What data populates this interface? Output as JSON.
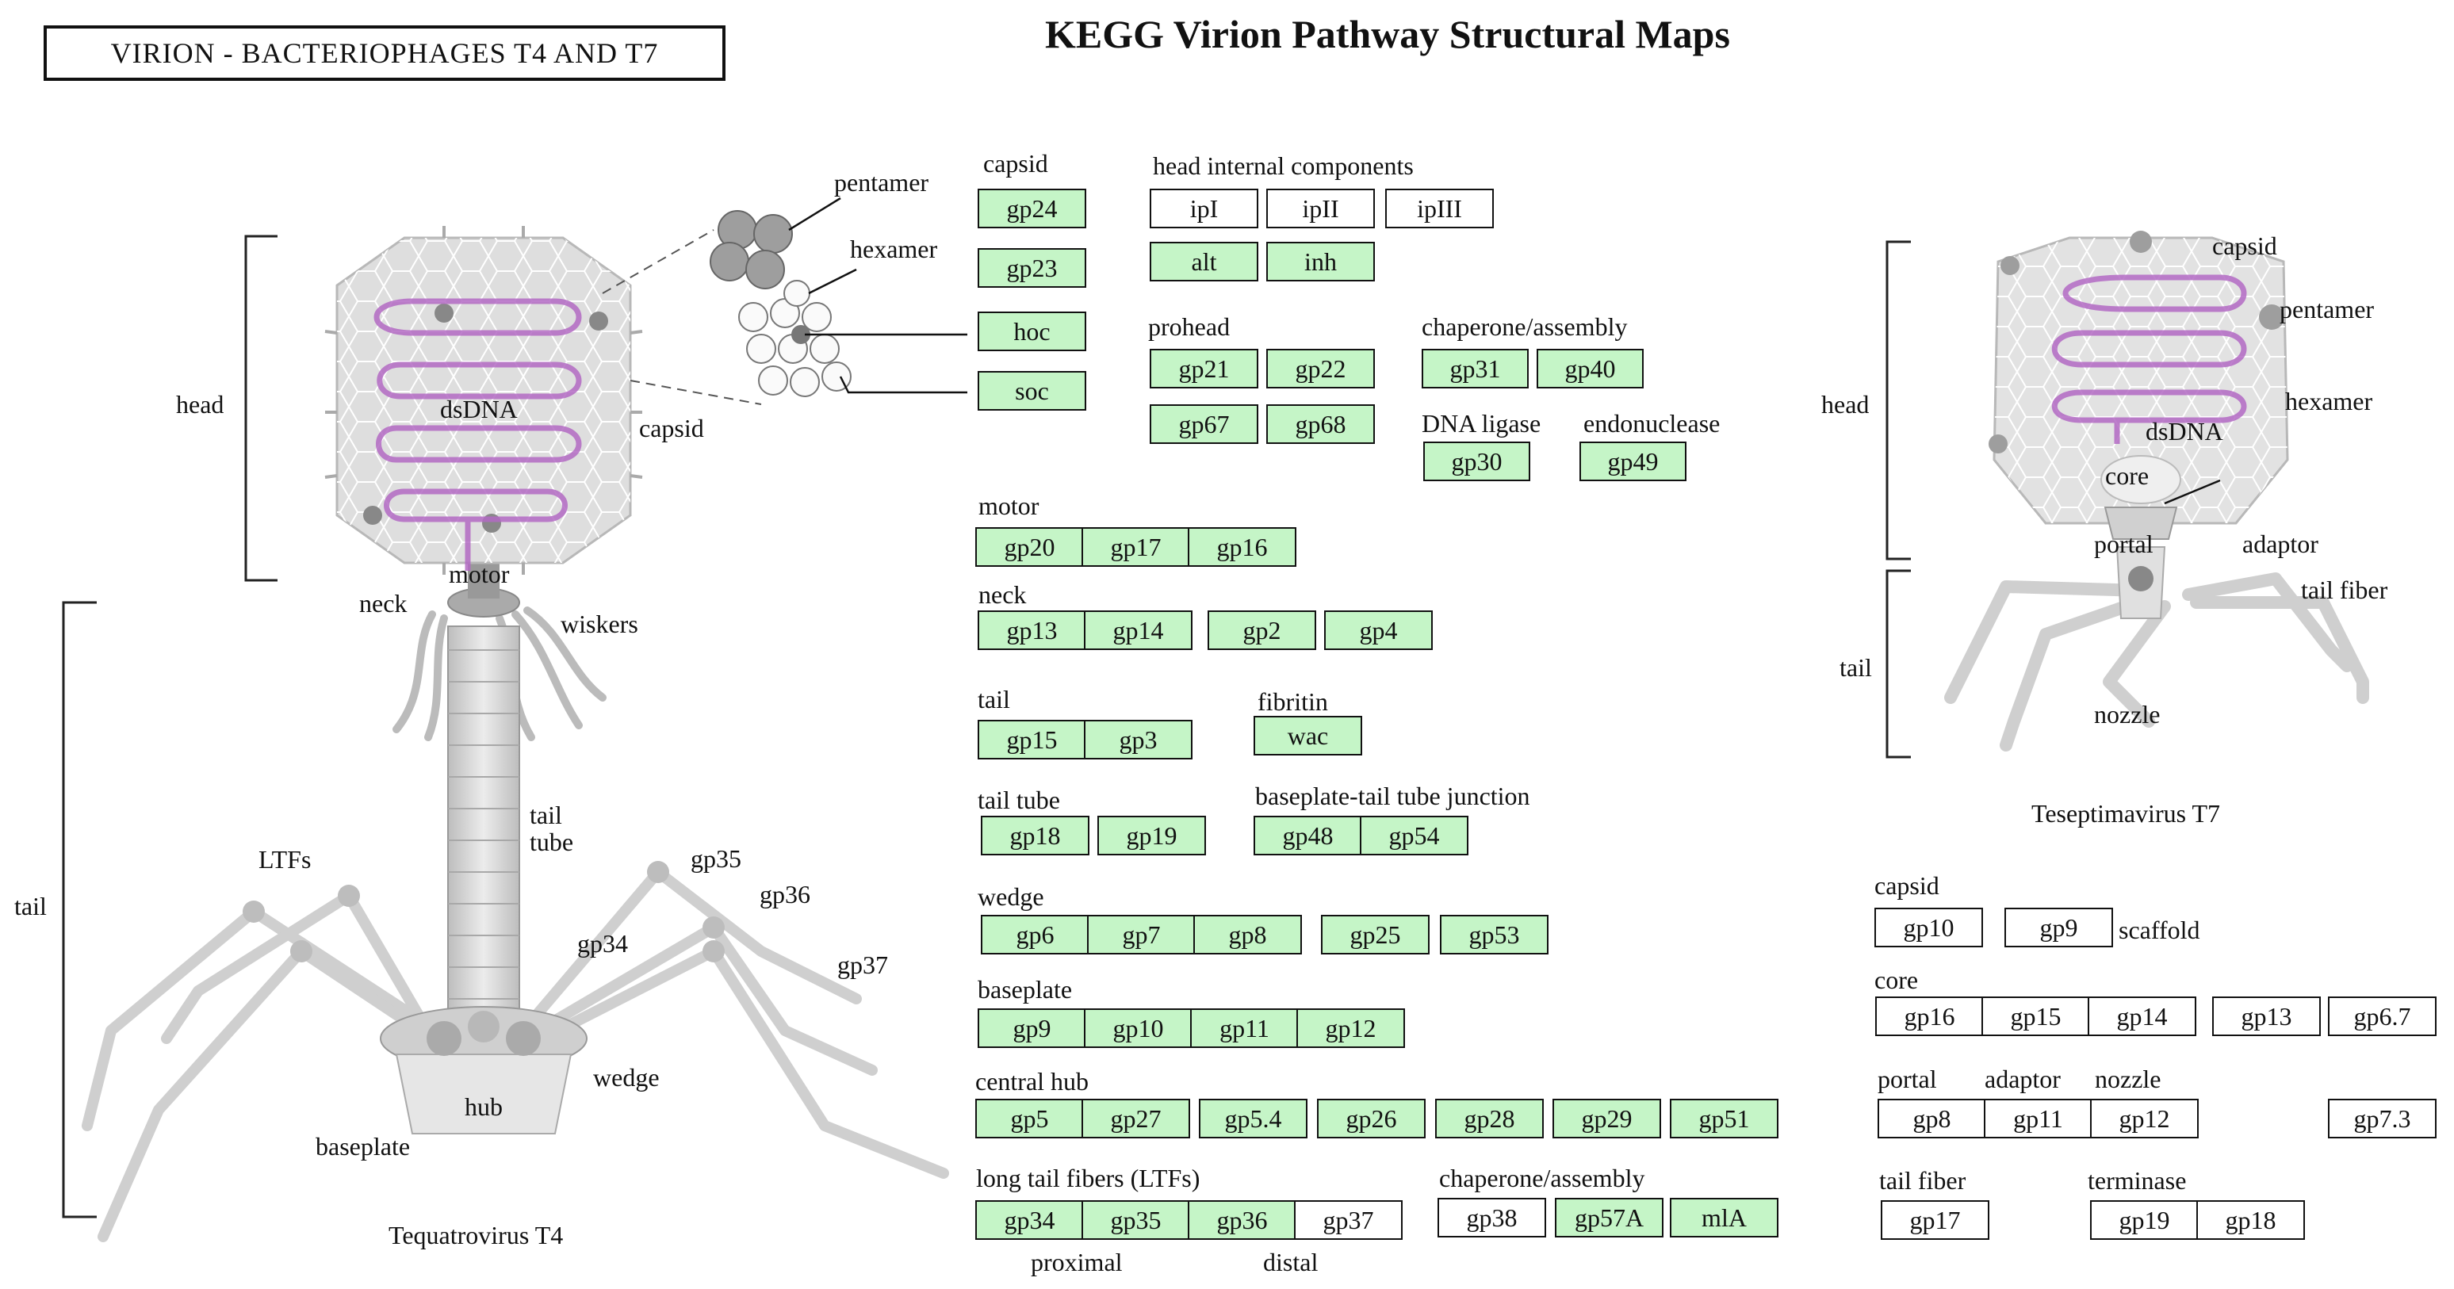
{
  "header": {
    "box_title": "VIRION - BACTERIOPHAGES T4 AND T7",
    "main_title": "KEGG Virion Pathway Structural Maps"
  },
  "colors": {
    "present": "#c5f5c7",
    "absent": "#ffffff",
    "dna": "#b36ac4",
    "capsid": "#dcdcdc"
  },
  "t4_labels": {
    "head": "head",
    "tail": "tail",
    "dsdna": "dsDNA",
    "capsid": "capsid",
    "motor": "motor",
    "neck": "neck",
    "wiskers": "wiskers",
    "tail_tube": "tail\ntube",
    "ltfs": "LTFs",
    "gp35": "gp35",
    "gp36": "gp36",
    "gp34": "gp34",
    "gp37": "gp37",
    "wedge": "wedge",
    "hub": "hub",
    "baseplate": "baseplate",
    "pentamer": "pentamer",
    "hexamer": "hexamer",
    "virus_name": "Tequatrovirus T4"
  },
  "t7_labels": {
    "capsid": "capsid",
    "pentamer": "pentamer",
    "hexamer": "hexamer",
    "head": "head",
    "dsdna": "dsDNA",
    "core": "core",
    "portal": "portal",
    "adaptor": "adaptor",
    "tail_fiber": "tail fiber",
    "tail": "tail",
    "nozzle": "nozzle",
    "virus_name": "Teseptimavirus T7"
  },
  "t4_groups": {
    "capsid": "capsid",
    "head_internal": "head internal components",
    "prohead": "prohead",
    "chaperone": "chaperone/assembly",
    "dna_ligase": "DNA ligase",
    "endonuclease": "endonuclease",
    "motor": "motor",
    "neck": "neck",
    "tail": "tail",
    "fibritin": "fibritin",
    "tail_tube": "tail tube",
    "junction": "baseplate-tail tube junction",
    "wedge": "wedge",
    "baseplate": "baseplate",
    "central_hub": "central hub",
    "ltfs": "long tail fibers (LTFs)",
    "chaperone2": "chaperone/assembly",
    "proximal": "proximal",
    "distal": "distal"
  },
  "t4_genes": {
    "capsid": [
      "gp24",
      "gp23",
      "hoc",
      "soc"
    ],
    "head_internal": [
      "ipI",
      "ipII",
      "ipIII",
      "alt",
      "inh"
    ],
    "prohead": [
      "gp21",
      "gp22",
      "gp67",
      "gp68"
    ],
    "chaperone": [
      "gp31",
      "gp40"
    ],
    "dna_ligase": [
      "gp30"
    ],
    "endonuclease": [
      "gp49"
    ],
    "motor": [
      "gp20",
      "gp17",
      "gp16"
    ],
    "neck": [
      "gp13",
      "gp14",
      "gp2",
      "gp4"
    ],
    "tail": [
      "gp15",
      "gp3"
    ],
    "fibritin": [
      "wac"
    ],
    "tail_tube": [
      "gp18",
      "gp19"
    ],
    "junction": [
      "gp48",
      "gp54"
    ],
    "wedge": [
      "gp6",
      "gp7",
      "gp8",
      "gp25",
      "gp53"
    ],
    "baseplate": [
      "gp9",
      "gp10",
      "gp11",
      "gp12"
    ],
    "central_hub": [
      "gp5",
      "gp27",
      "gp5.4",
      "gp26",
      "gp28",
      "gp29",
      "gp51"
    ],
    "ltfs": [
      "gp34",
      "gp35",
      "gp36",
      "gp37"
    ],
    "chaperone2": [
      "gp38",
      "gp57A",
      "mlA"
    ]
  },
  "t7_groups": {
    "capsid": "capsid",
    "scaffold": "scaffold",
    "core": "core",
    "portal": "portal",
    "adaptor": "adaptor",
    "nozzle": "nozzle",
    "tail_fiber": "tail fiber",
    "terminase": "terminase"
  },
  "t7_genes": {
    "capsid": [
      "gp10",
      "gp9"
    ],
    "core": [
      "gp16",
      "gp15",
      "gp14",
      "gp13",
      "gp6.7"
    ],
    "portal_row": [
      "gp8",
      "gp11",
      "gp12",
      "gp7.3"
    ],
    "tail_fiber": [
      "gp17"
    ],
    "terminase": [
      "gp19",
      "gp18"
    ]
  }
}
